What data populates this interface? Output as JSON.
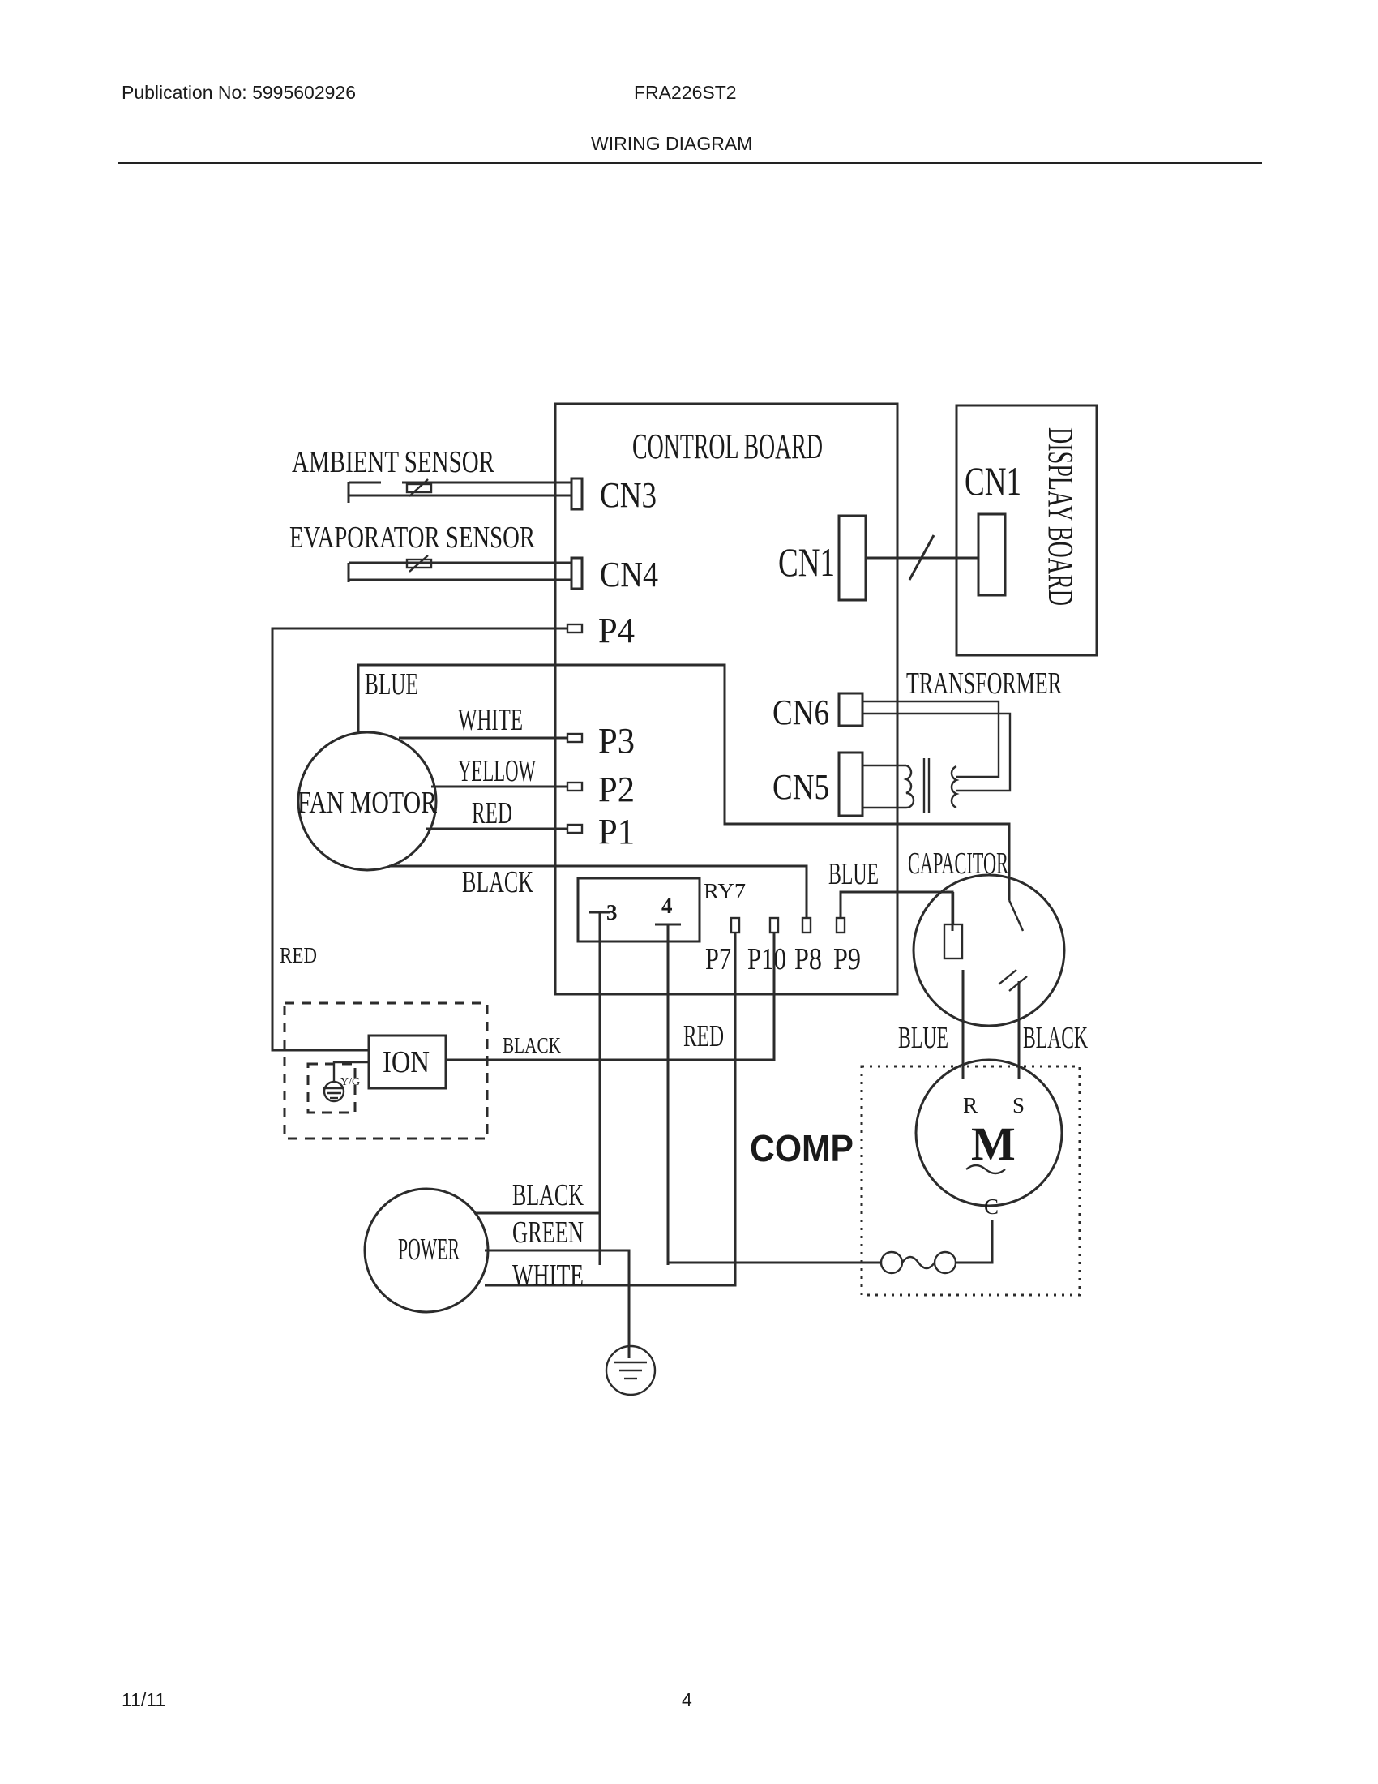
{
  "header": {
    "publication": "Publication No: 5995602926",
    "model": "FRA226ST2",
    "title": "WIRING DIAGRAM"
  },
  "footer": {
    "date": "11/11",
    "page": "4"
  },
  "diagram": {
    "control_board": "CONTROL BOARD",
    "display_board": "DISPLAY BOARD",
    "display_cn1": "CN1",
    "connectors": {
      "cn3": "CN3",
      "cn4": "CN4",
      "cn1": "CN1",
      "cn6": "CN6",
      "cn5": "CN5",
      "p4": "P4",
      "p3": "P3",
      "p2": "P2",
      "p1": "P1",
      "p7": "P7",
      "p10": "P10",
      "p8": "P8",
      "p9": "P9"
    },
    "sensors": {
      "ambient": "AMBIENT SENSOR",
      "evaporator": "EVAPORATOR SENSOR"
    },
    "relay": {
      "name": "RY7",
      "pin3": "3",
      "pin4": "4"
    },
    "components": {
      "fan_motor": "FAN MOTOR",
      "transformer": "TRANSFORMER",
      "capacitor": "CAPACITOR",
      "ion": "ION",
      "ion_ground": "Y/G",
      "power": "POWER",
      "comp": "COMP",
      "motor": "M",
      "motor_r": "R",
      "motor_s": "S",
      "motor_c": "C"
    },
    "wires": {
      "fan_blue": "BLUE",
      "fan_white": "WHITE",
      "fan_yellow": "YELLOW",
      "fan_red": "RED",
      "fan_black": "BLACK",
      "p9_blue": "BLUE",
      "ion_red": "RED",
      "ion_black": "BLACK",
      "relay_red": "RED",
      "comp_blue": "BLUE",
      "comp_black": "BLACK",
      "power_black": "BLACK",
      "power_green": "GREEN",
      "power_white": "WHITE"
    }
  }
}
